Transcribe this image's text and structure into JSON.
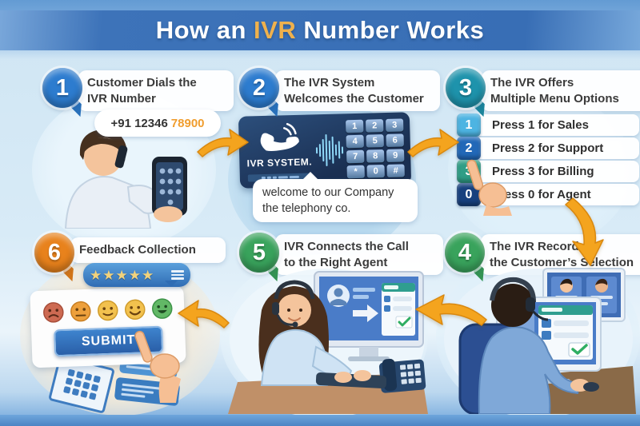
{
  "title": {
    "prefix": "How an ",
    "highlight": "IVR",
    "suffix": " Number Works"
  },
  "steps": [
    {
      "number": "1",
      "line1": "Customer Dials the",
      "line2": "IVR Number",
      "badge_color": "#2d7ccf"
    },
    {
      "number": "2",
      "line1": "The IVR System",
      "line2": "Welcomes the Customer",
      "badge_color": "#2d7ccf"
    },
    {
      "number": "3",
      "line1": "The IVR Offers",
      "line2": "Multiple Menu Options",
      "badge_color": "#1e93ac"
    },
    {
      "number": "4",
      "line1": "The IVR Records",
      "line2": "the Customer’s Selection",
      "badge_color": "#39a35c"
    },
    {
      "number": "5",
      "line1": "IVR Connects the Call",
      "line2": "to the Right Agent",
      "badge_color": "#39a35c"
    },
    {
      "number": "6",
      "line1": "Feedback Collection",
      "line2": "",
      "badge_color": "#e8821c"
    }
  ],
  "step1": {
    "phone_prefix": "+91 12346",
    "phone_highlight": "78900"
  },
  "step2": {
    "system_label": "IVR SYSTEM.",
    "keypad": [
      "1",
      "2",
      "3",
      "4",
      "5",
      "6",
      "7",
      "8",
      "9",
      "*",
      "0",
      "#"
    ],
    "welcome_line1": "welcome to our Company",
    "welcome_line2": "the telephony co."
  },
  "step3": {
    "options": [
      {
        "key": "1",
        "label": "Press 1 for Sales",
        "key_color": "#4db4e2"
      },
      {
        "key": "2",
        "label": "Press 2 for Support",
        "key_color": "#2268b8"
      },
      {
        "key": "3",
        "label": "Press 3 for Billing",
        "key_color": "#2f9e86"
      },
      {
        "key": "0",
        "label": "Press 0 for Agent",
        "key_color": "#17407e"
      }
    ]
  },
  "step6": {
    "submit_label": "SUBMIT",
    "star_count": 5
  },
  "icons": {
    "star": "★"
  },
  "colors": {
    "arrow": "#f4a41e",
    "title_highlight": "#efb14d",
    "banner_blue": "#386eb5"
  }
}
